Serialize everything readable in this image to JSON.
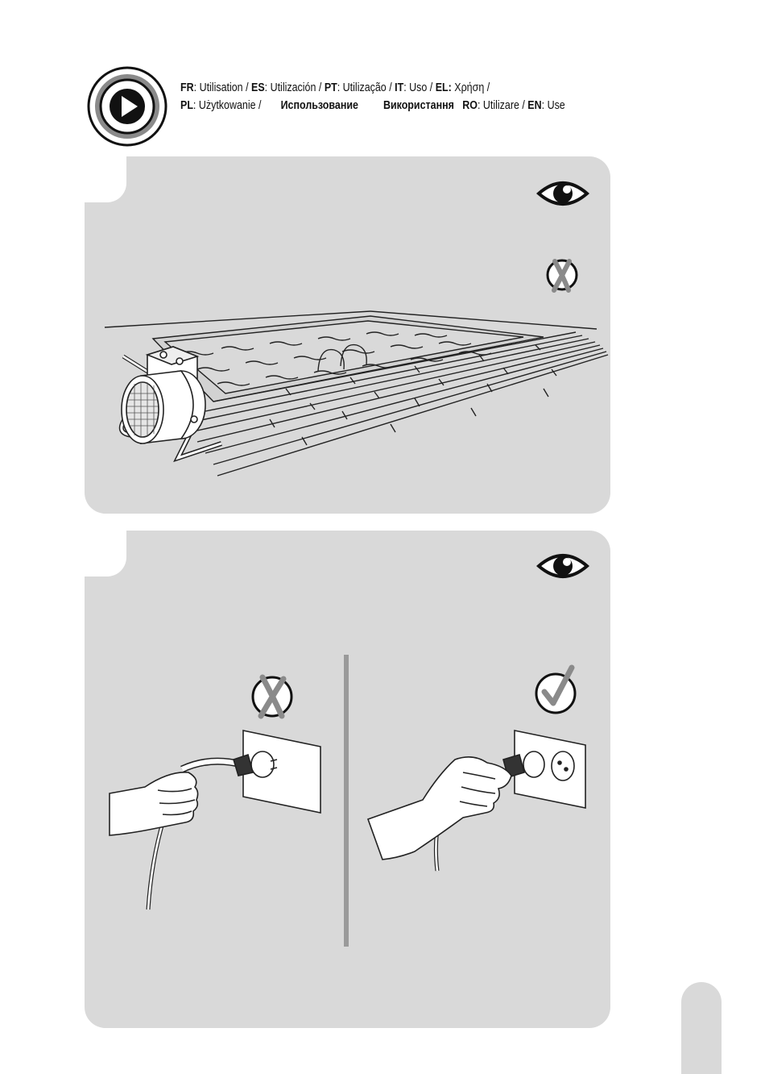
{
  "header": {
    "icon": "play-icon",
    "line1": [
      {
        "code": "FR",
        "text": ": Utilisation / "
      },
      {
        "code": "ES",
        "text": ": Utilización  / "
      },
      {
        "code": "PT",
        "text": ": Utilização / "
      },
      {
        "code": "IT",
        "text": ": Uso / "
      },
      {
        "code": "EL:",
        "text": " Χρήση /"
      }
    ],
    "line2": {
      "pl_code": "PL",
      "pl_text": ": Użytkowanie /",
      "ru_text": "Использование",
      "uk_text": "Використання",
      "ro_code": "RO",
      "ro_text": ": Utilizare / ",
      "en_code": "EN",
      "en_text": ": Use"
    }
  },
  "panels": [
    {
      "icons": [
        "eye-icon",
        "cross-icon"
      ],
      "illustration": "heater-near-pool"
    },
    {
      "icons": [
        "eye-icon",
        "cross-icon",
        "check-icon"
      ],
      "illustration": "plug-unplugging"
    }
  ],
  "colors": {
    "panel": "#d9d9d9",
    "divider": "#9a9a9a",
    "ink": "#111111",
    "grey_mark": "#8a8a8a"
  }
}
